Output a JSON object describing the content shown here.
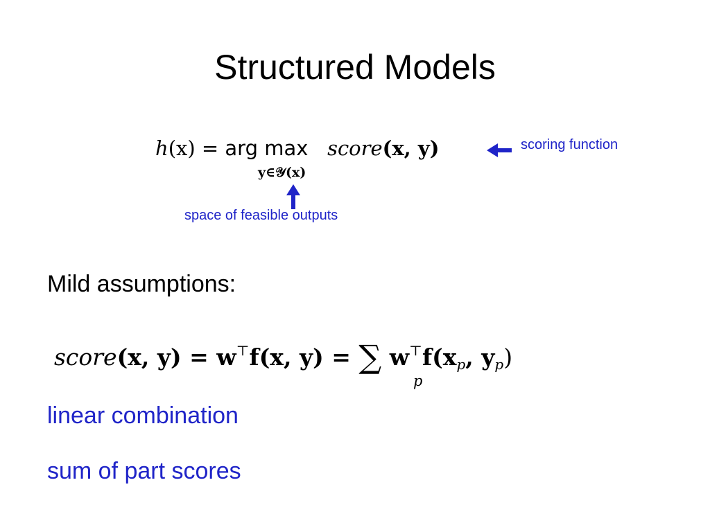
{
  "slide": {
    "title": "Structured Models",
    "equation1": {
      "h": "h",
      "x_arg": "(x) = ",
      "argmax": "arg max",
      "score": "score",
      "args": "(x, y)",
      "subscript": "y∈𝒴(x)"
    },
    "annotations": {
      "scoring_function": "scoring function",
      "feasible_outputs": "space of feasible outputs"
    },
    "mild_assumptions": "Mild assumptions:",
    "equation2": {
      "score": "score",
      "part1": "(x, y) = w",
      "top": "⊤",
      "part2": "f(x, y) = ",
      "sum": "∑",
      "w2": " w",
      "part3": "f(x",
      "p": "p",
      "comma_y": ", y",
      "close": ")",
      "sum_index": "p"
    },
    "notes": {
      "linear": "linear combination",
      "sum_parts": "sum of part scores"
    },
    "colors": {
      "accent": "#1f24c8"
    }
  }
}
